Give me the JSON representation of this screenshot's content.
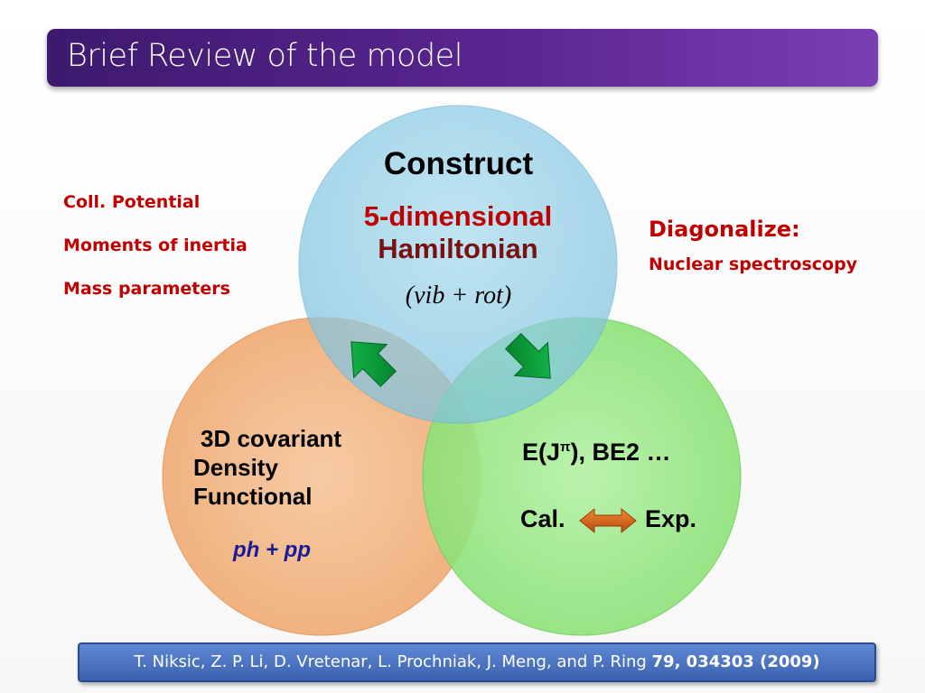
{
  "title": "Brief Review of the model",
  "left_notes": [
    "Coll. Potential",
    "Moments of inertia",
    "Mass parameters"
  ],
  "right_notes": {
    "heading": "Diagonalize:",
    "sub": "Nuclear spectroscopy"
  },
  "top_circle": {
    "heading": "Construct",
    "line1": "5-dimensional",
    "line2": "Hamiltonian",
    "note": "(vib + rot)",
    "color": "#8fd0e8"
  },
  "left_circle": {
    "line1": "3D covariant",
    "line2": "Density",
    "line3": "Functional",
    "note": "ph  + pp",
    "color": "#f2b27a"
  },
  "right_circle": {
    "observables_prefix": "E(J",
    "observables_sup": "π",
    "observables_suffix": "), BE2 …",
    "cal": "Cal.",
    "exp": "Exp.",
    "color": "#90e880"
  },
  "reference": {
    "authors": "T. Niksic, Z. P. Li, D. Vretenar, L. Prochniak, J. Meng, and P. Ring ",
    "citation": "79, 034303 (2009)"
  },
  "colors": {
    "title_bar": "#5a2590",
    "accent_red": "#c00000",
    "arrow_green": "#0a9a3a",
    "double_arrow": "#d86a1a",
    "reference_box": "#4a74c4"
  },
  "icons": [
    "up-right-arrow-icon",
    "down-right-arrow-icon",
    "double-arrow-icon"
  ]
}
